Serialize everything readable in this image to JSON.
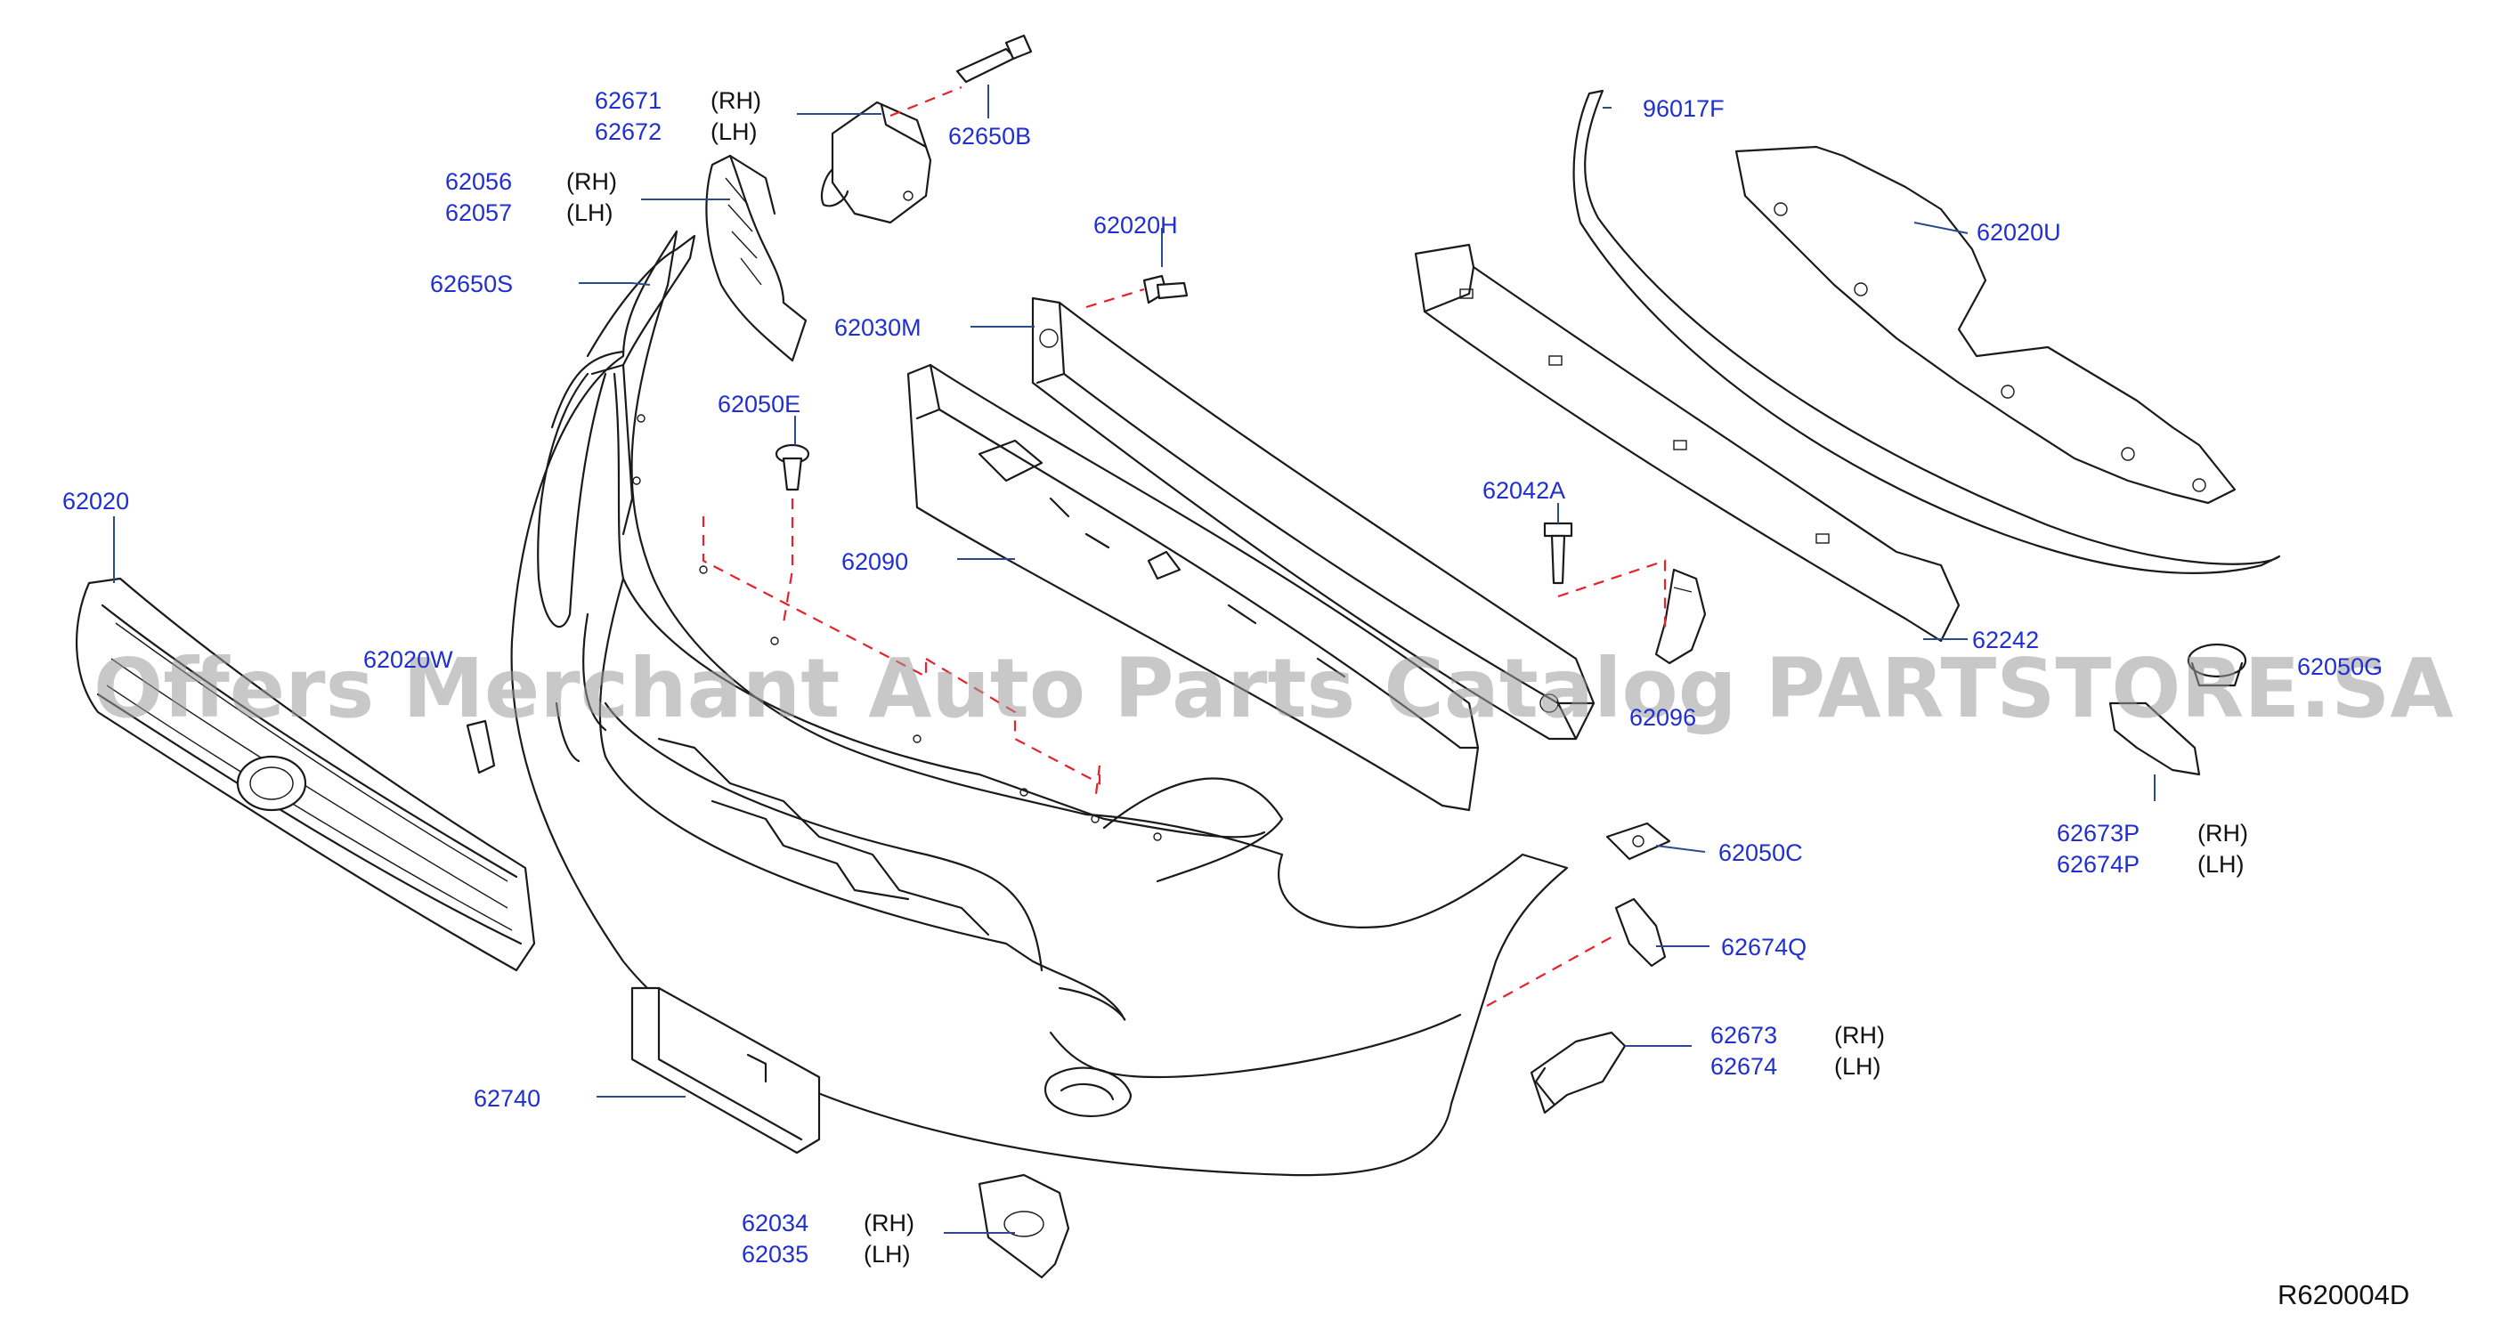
{
  "diagram": {
    "reference_code": "R620004D",
    "watermark": "Offers Merchant Auto Parts Catalog PARTSTORE.SA",
    "colors": {
      "part_number": "#1f2fd0",
      "leader_line": "#2b4c8c",
      "dashed_link": "#e8202a",
      "outline": "#1a1a1a"
    },
    "callouts": [
      {
        "pn": "62671",
        "side": "(RH)"
      },
      {
        "pn": "62672",
        "side": "(LH)"
      },
      {
        "pn": "62650B",
        "side": ""
      },
      {
        "pn": "62056",
        "side": "(RH)"
      },
      {
        "pn": "62057",
        "side": "(LH)"
      },
      {
        "pn": "62650S",
        "side": ""
      },
      {
        "pn": "62020H",
        "side": ""
      },
      {
        "pn": "62030M",
        "side": ""
      },
      {
        "pn": "62050E",
        "side": ""
      },
      {
        "pn": "62020",
        "side": ""
      },
      {
        "pn": "62090",
        "side": ""
      },
      {
        "pn": "62020W",
        "side": ""
      },
      {
        "pn": "96017F",
        "side": ""
      },
      {
        "pn": "62020U",
        "side": ""
      },
      {
        "pn": "62042A",
        "side": ""
      },
      {
        "pn": "62096",
        "side": ""
      },
      {
        "pn": "62242",
        "side": ""
      },
      {
        "pn": "62050G",
        "side": ""
      },
      {
        "pn": "62673P",
        "side": "(RH)"
      },
      {
        "pn": "62674P",
        "side": "(LH)"
      },
      {
        "pn": "62050C",
        "side": ""
      },
      {
        "pn": "62674Q",
        "side": ""
      },
      {
        "pn": "62673",
        "side": "(RH)"
      },
      {
        "pn": "62674",
        "side": "(LH)"
      },
      {
        "pn": "62740",
        "side": ""
      },
      {
        "pn": "62034",
        "side": "(RH)"
      },
      {
        "pn": "62035",
        "side": "(LH)"
      }
    ]
  }
}
